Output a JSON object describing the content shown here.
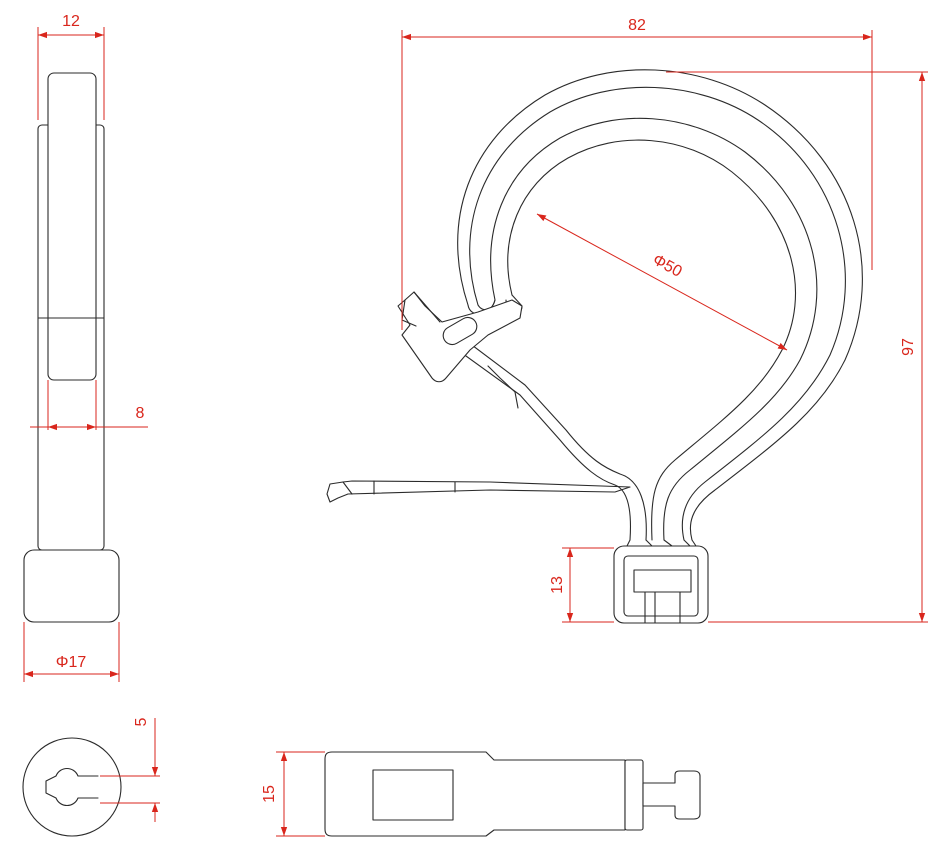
{
  "dimensions": {
    "side_width": "12",
    "slot_width": "8",
    "head_diameter": "Φ17",
    "overall_width": "82",
    "bore_diameter": "Φ50",
    "overall_height": "97",
    "head_height": "13",
    "key_width": "5",
    "strap_width": "15"
  },
  "colors": {
    "dimension": "#d9261c",
    "outline": "#2b2b2b",
    "background": "#ffffff"
  }
}
